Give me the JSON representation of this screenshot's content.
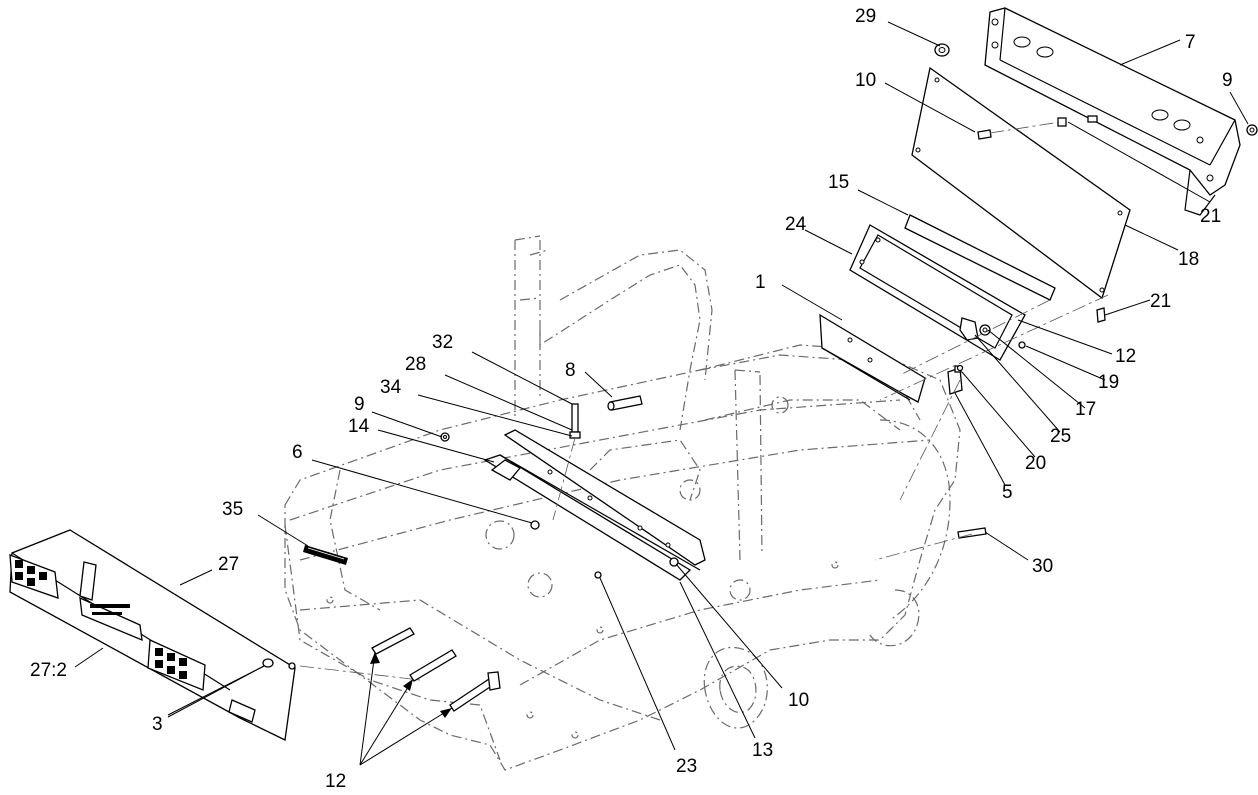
{
  "callouts": [
    {
      "id": "c29",
      "text": "29"
    },
    {
      "id": "c7",
      "text": "7"
    },
    {
      "id": "c9a",
      "text": "9"
    },
    {
      "id": "c10a",
      "text": "10"
    },
    {
      "id": "c21a",
      "text": "21"
    },
    {
      "id": "c15",
      "text": "15"
    },
    {
      "id": "c18",
      "text": "18"
    },
    {
      "id": "c24",
      "text": "24"
    },
    {
      "id": "c21b",
      "text": "21"
    },
    {
      "id": "c1",
      "text": "1"
    },
    {
      "id": "c12a",
      "text": "12"
    },
    {
      "id": "c19",
      "text": "19"
    },
    {
      "id": "c17",
      "text": "17"
    },
    {
      "id": "c25",
      "text": "25"
    },
    {
      "id": "c20",
      "text": "20"
    },
    {
      "id": "c5",
      "text": "5"
    },
    {
      "id": "c32",
      "text": "32"
    },
    {
      "id": "c28",
      "text": "28"
    },
    {
      "id": "c8",
      "text": "8"
    },
    {
      "id": "c34",
      "text": "34"
    },
    {
      "id": "c9b",
      "text": "9"
    },
    {
      "id": "c14",
      "text": "14"
    },
    {
      "id": "c6",
      "text": "6"
    },
    {
      "id": "c35",
      "text": "35"
    },
    {
      "id": "c27",
      "text": "27"
    },
    {
      "id": "c30",
      "text": "30"
    },
    {
      "id": "c272",
      "text": "27:2"
    },
    {
      "id": "c3",
      "text": "3"
    },
    {
      "id": "c10b",
      "text": "10"
    },
    {
      "id": "c13",
      "text": "13"
    },
    {
      "id": "c23",
      "text": "23"
    },
    {
      "id": "c12b",
      "text": "12"
    }
  ]
}
